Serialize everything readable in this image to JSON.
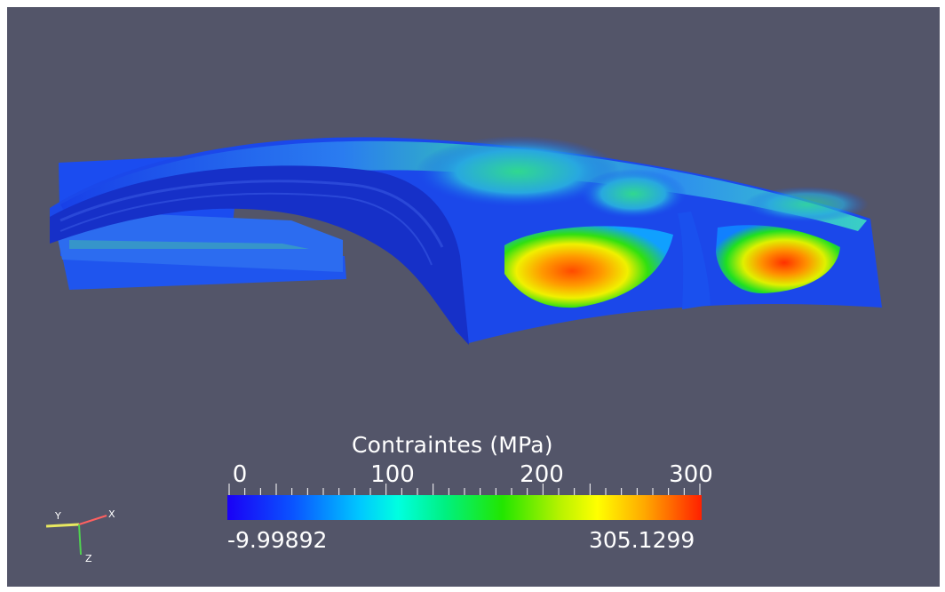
{
  "scalar_bar": {
    "title": "Contraintes (MPa)",
    "tick_labels": [
      "0",
      "100",
      "200",
      "300"
    ],
    "range_min": "-9.99892",
    "range_max": "305.1299",
    "colors": [
      "#1a00f5",
      "#00c8ff",
      "#00f080",
      "#ffff00",
      "#ff2000"
    ]
  },
  "axes": {
    "x_label": "X",
    "y_label": "Y",
    "z_label": "Z"
  },
  "background_color": "#535569"
}
